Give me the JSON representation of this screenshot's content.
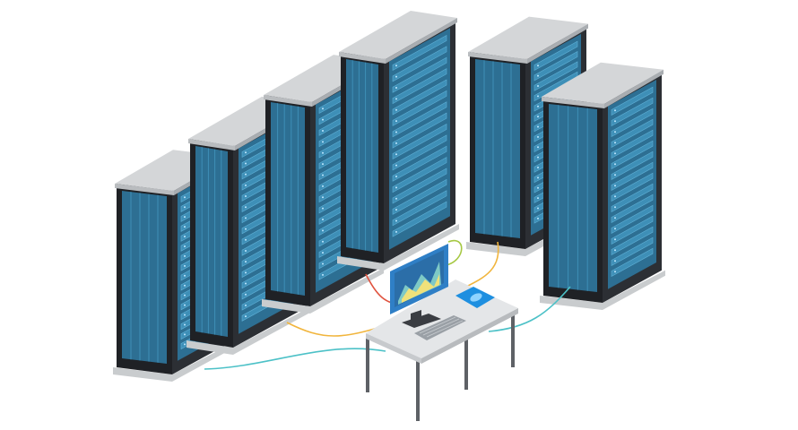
{
  "scene": {
    "background": "#ffffff",
    "colors": {
      "rack_top": "#d4d6d8",
      "rack_top_edge": "#b9bcbf",
      "rack_front": "#1f2125",
      "rack_side": "#2c2f34",
      "rack_plinth": "#c9ccce",
      "glass": "#2d6f93",
      "glass_light": "#3e8fb7",
      "unit_line": "#5fb0d6",
      "desk_top": "#e4e6e8",
      "desk_edge": "#c7cacd",
      "desk_leg": "#5e6166",
      "monitor_frame": "#2f7fc6",
      "monitor_screen": "#2b6ea8",
      "monitor_stand": "#3a3d42",
      "chart_fill": "#f0e17a",
      "chart_fill_2": "#7ec9c6",
      "keyboard": "#9aa0a6",
      "mousepad": "#1e8fe0",
      "mouse": "#8fd3ff",
      "cable_yellow": "#f1b53d",
      "cable_teal": "#4cc1c7",
      "cable_red": "#e0533f",
      "cable_green": "#a6c843"
    },
    "racks": [
      {
        "id": "rack-1",
        "label_icon": "server-rack-icon"
      },
      {
        "id": "rack-2",
        "label_icon": "server-rack-icon"
      },
      {
        "id": "rack-3",
        "label_icon": "server-rack-icon"
      },
      {
        "id": "rack-4",
        "label_icon": "server-rack-icon"
      },
      {
        "id": "rack-5",
        "label_icon": "server-rack-icon"
      },
      {
        "id": "rack-6",
        "label_icon": "server-rack-icon"
      }
    ],
    "workstation": {
      "items": [
        "monitor-icon",
        "keyboard-icon",
        "mouse-icon",
        "desk-icon"
      ]
    }
  }
}
